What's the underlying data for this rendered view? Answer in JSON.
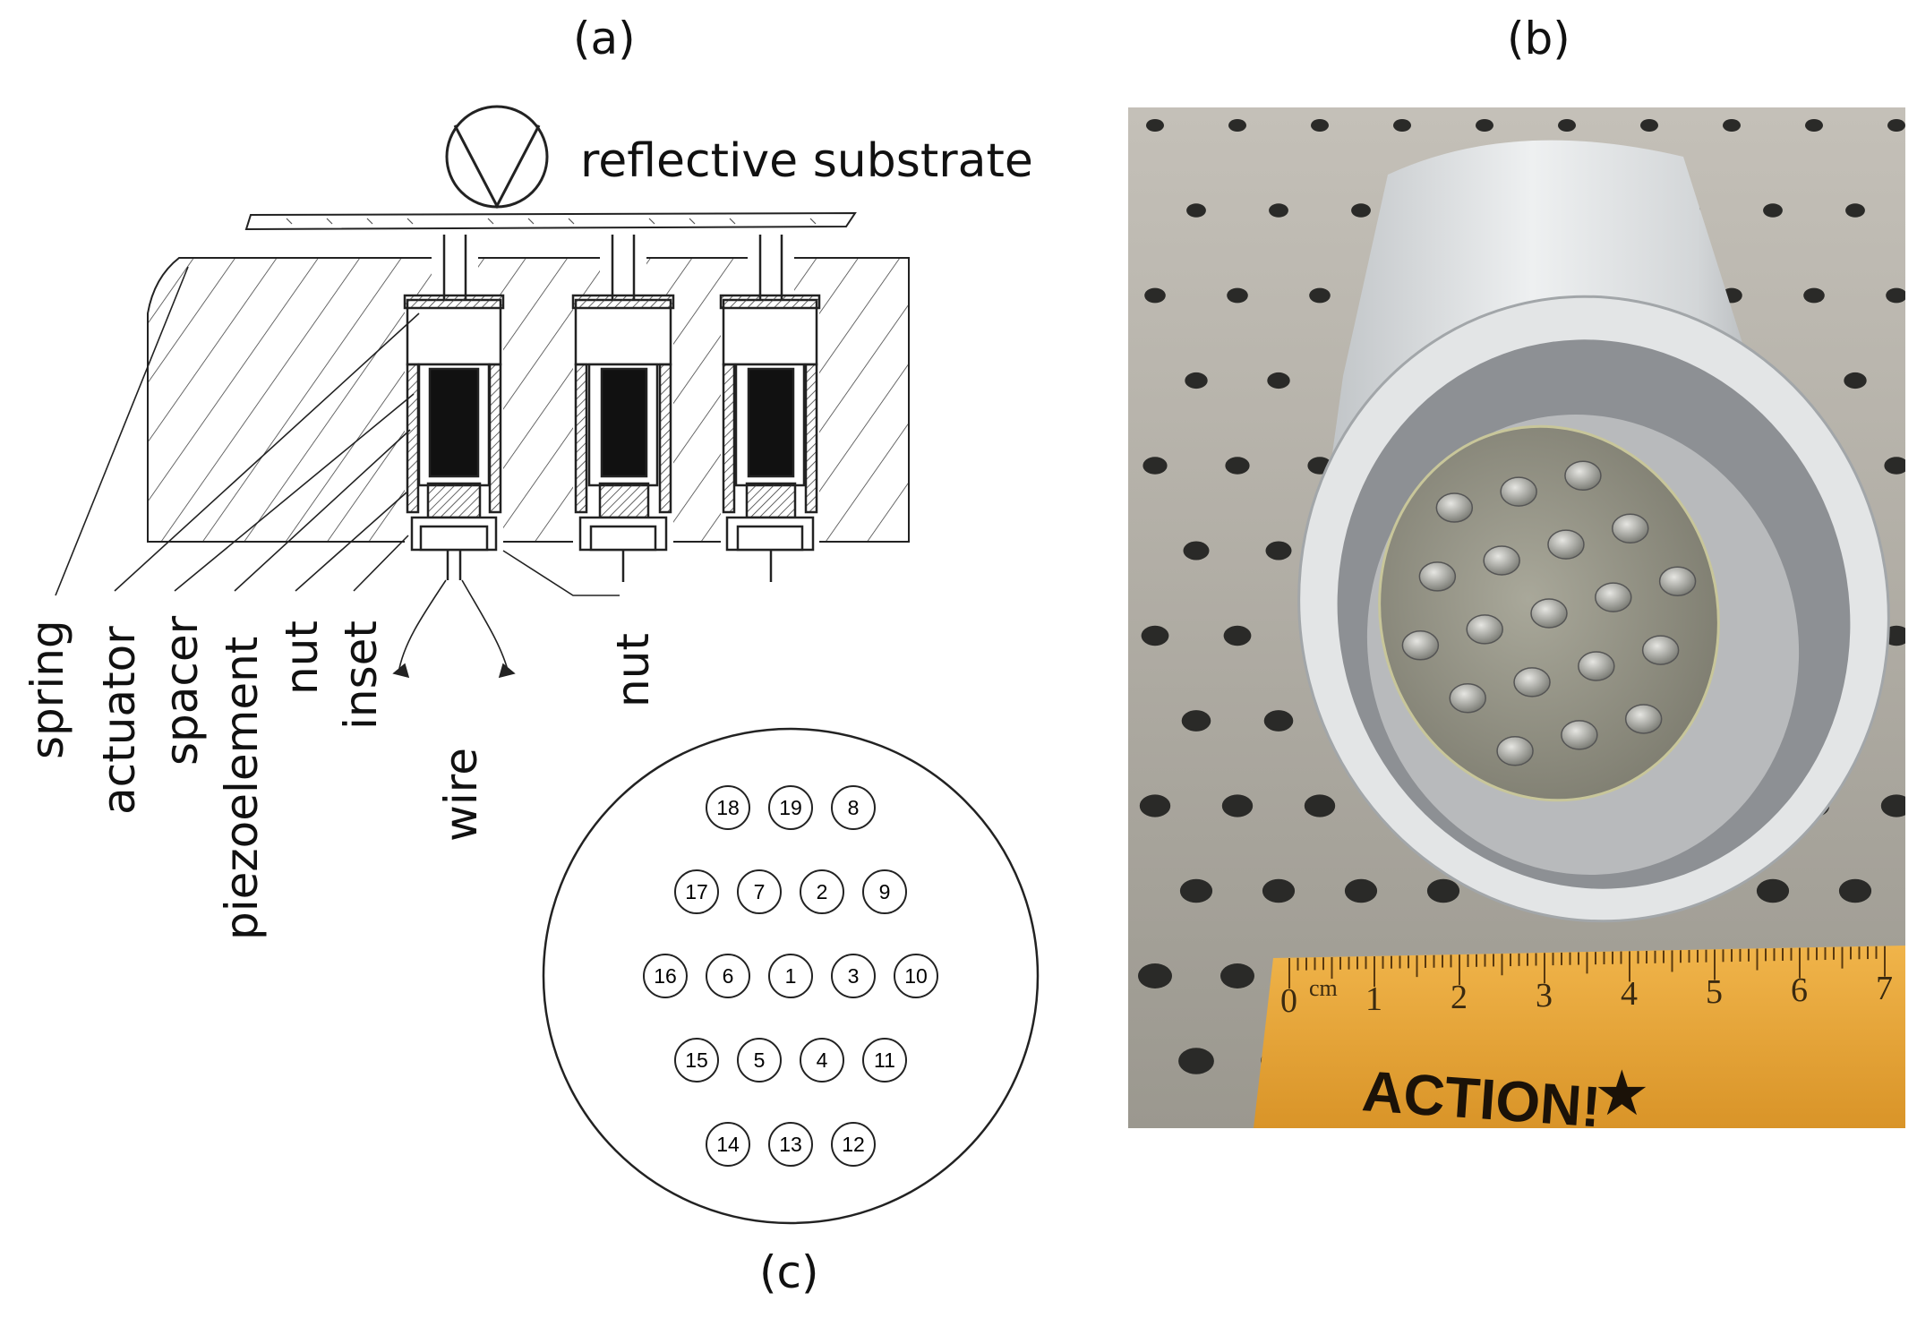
{
  "panels": {
    "a": "(a)",
    "b": "(b)",
    "c": "(c)"
  },
  "diagram_a": {
    "substrate_label": "reflective substrate",
    "left_labels": [
      "spring",
      "actuator",
      "spacer",
      "piezoelement",
      "nut",
      "inset"
    ],
    "wire_label": "wire",
    "nut_label": "nut"
  },
  "diagram_c": {
    "rows": [
      [
        "18",
        "19",
        "8"
      ],
      [
        "17",
        "7",
        "2",
        "9"
      ],
      [
        "16",
        "6",
        "1",
        "3",
        "10"
      ],
      [
        "15",
        "5",
        "4",
        "11"
      ],
      [
        "14",
        "13",
        "12"
      ]
    ]
  },
  "photo_b": {
    "ruler_unit": "cm",
    "ruler_numbers": [
      "0",
      "1",
      "2",
      "3",
      "4",
      "5",
      "6",
      "7"
    ],
    "ruler_brand": "ACTION!"
  },
  "colors": {
    "line": "#111111",
    "ruler_wood": "#e8a83a",
    "housing": "#d7dadd",
    "table": "#a8a49d"
  }
}
